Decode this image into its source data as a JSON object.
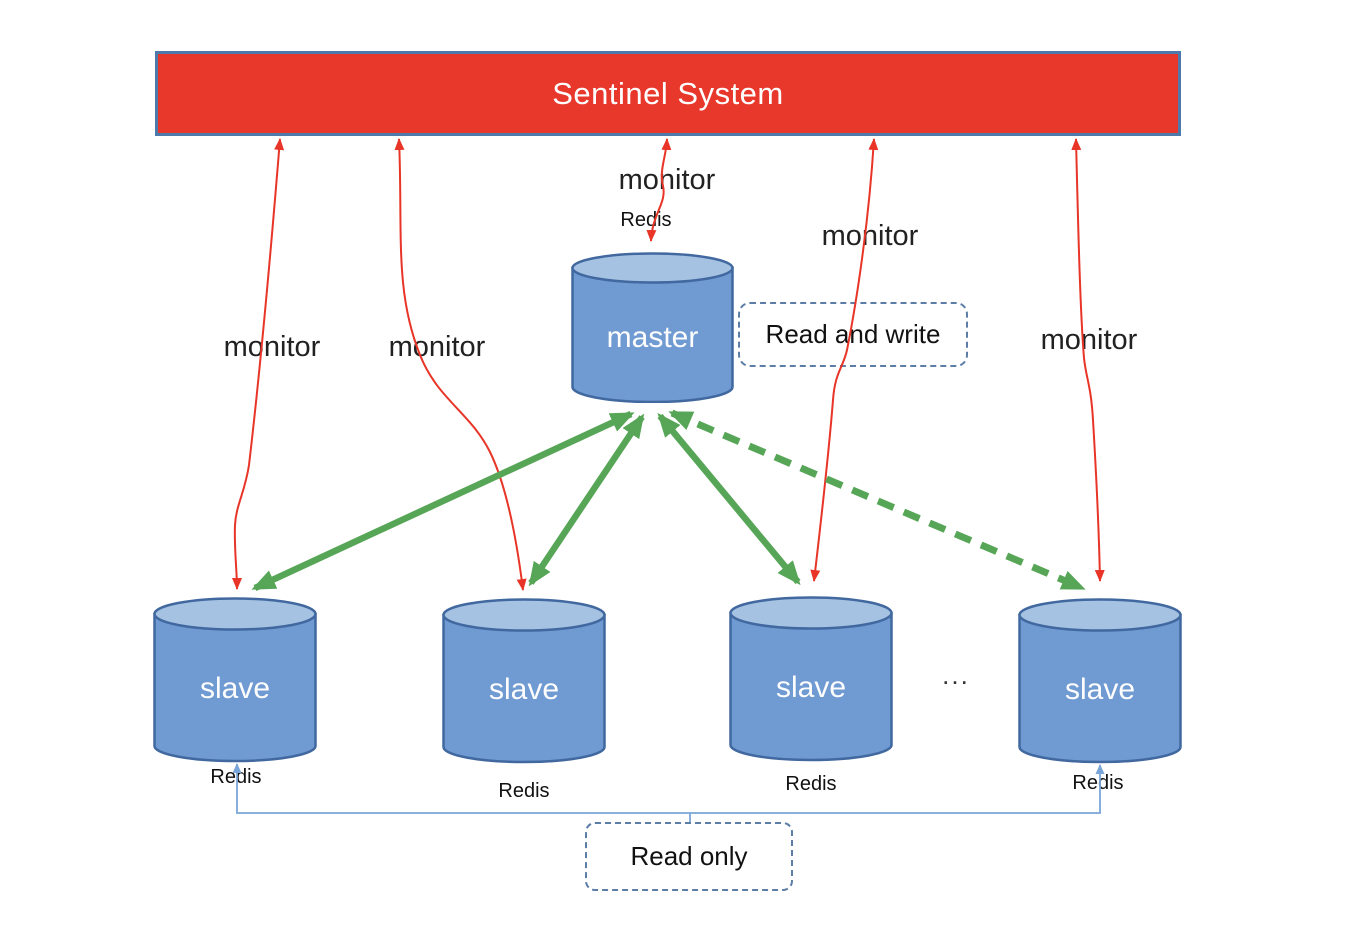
{
  "banner": {
    "label": "Sentinel System"
  },
  "nodes": {
    "master": {
      "label": "master",
      "redis": "Redis"
    },
    "slaves": [
      {
        "label": "slave",
        "redis": "Redis"
      },
      {
        "label": "slave",
        "redis": "Redis"
      },
      {
        "label": "slave",
        "redis": "Redis"
      },
      {
        "label": "slave",
        "redis": "Redis"
      }
    ]
  },
  "monitor_labels": [
    "monitor",
    "monitor",
    "monitor",
    "monitor",
    "monitor"
  ],
  "annotations": {
    "read_write": "Read and write",
    "read_only": "Read only",
    "ellipsis": "..."
  },
  "colors": {
    "banner_fill": "#e8382c",
    "banner_border": "#4d79ab",
    "cylinder_body": "#6f9ad2",
    "cylinder_top": "#a6c2e3",
    "cylinder_border": "#41689f",
    "monitor_arrow": "#e83528",
    "replication_arrow": "#57a657",
    "read_only_line": "#7aa5d8",
    "dashed_box_border": "#5b7da6",
    "text": "#1f1f1f",
    "node_text": "#ffffff"
  }
}
